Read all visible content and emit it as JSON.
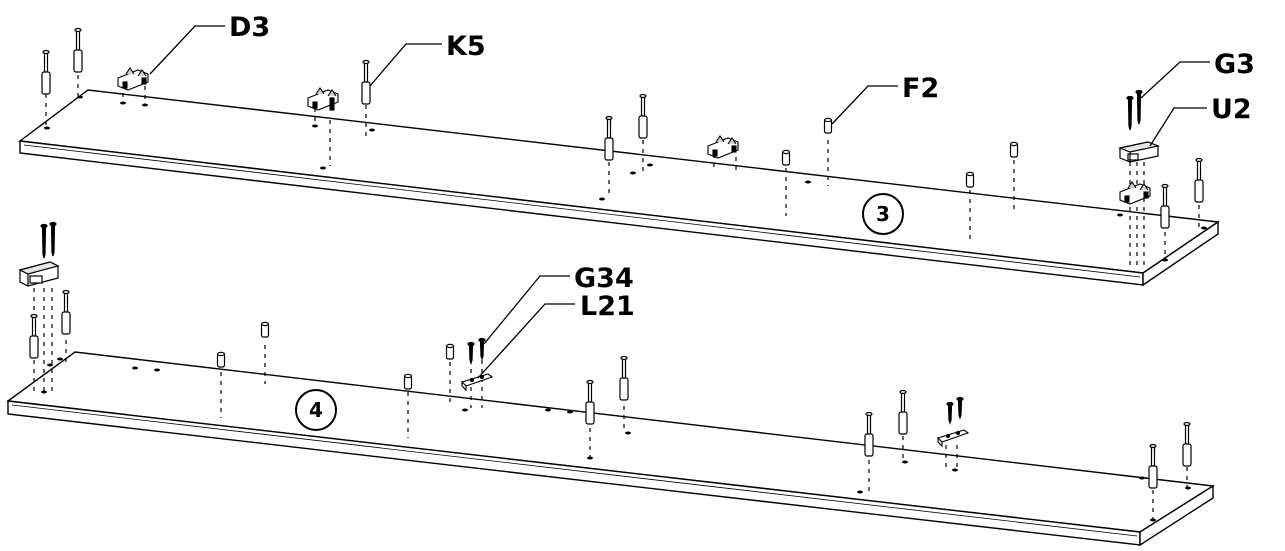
{
  "part_labels": {
    "d3": "D3",
    "k5": "K5",
    "f2": "F2",
    "g3": "G3",
    "u2": "U2",
    "g34": "G34",
    "l21": "L21"
  },
  "panels": {
    "upper": "3",
    "lower": "4"
  },
  "colors": {
    "line": "#000000",
    "background": "#ffffff",
    "part_fill": "#ffffff",
    "part_shade": "#cfcfcf"
  }
}
